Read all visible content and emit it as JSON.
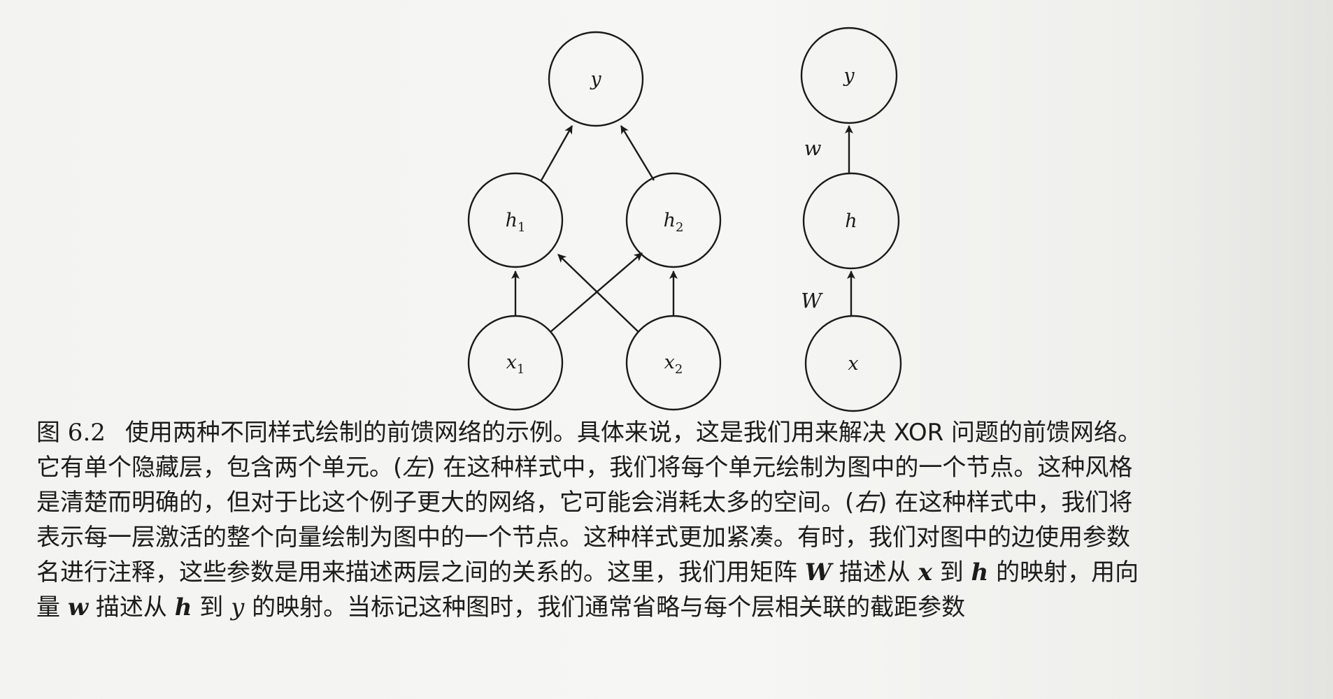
{
  "diagram": {
    "left": {
      "nodes": {
        "y": "y",
        "h1": {
          "base": "h",
          "sub": "1"
        },
        "h2": {
          "base": "h",
          "sub": "2"
        },
        "x1": {
          "base": "x",
          "sub": "1"
        },
        "x2": {
          "base": "x",
          "sub": "2"
        }
      }
    },
    "right": {
      "nodes": {
        "y": "y",
        "h": "h",
        "x": "x"
      },
      "edge_labels": {
        "w": "w",
        "W": "W"
      }
    }
  },
  "caption": {
    "label": "图 6.2",
    "l1": "使用两种不同样式绘制的前馈网络的示例。具体来说，这是我们用来解决 XOR 问题的前馈网络。",
    "l2a": "它有单个隐藏层，包含两个单元。(",
    "l2_left": "左",
    "l2b": ") 在这种样式中，我们将每个单元绘制为图中的一个节点。这种风格",
    "l3a": "是清楚而明确的，但对于比这个例子更大的网络，它可能会消耗太多的空间。(",
    "l3_right": "右",
    "l3b": ") 在这种样式中，我们将",
    "l4": "表示每一层激活的整个向量绘制为图中的一个节点。这种样式更加紧凑。有时，我们对图中的边使用参数",
    "l5a": "名进行注释，这些参数是用来描述两层之间的关系的。这里，我们用矩阵 ",
    "l5_W": "W",
    "l5b": " 描述从 ",
    "l5_x": "x",
    "l5c": " 到 ",
    "l5_h": "h",
    "l5d": " 的映射，用向",
    "l6a": "量 ",
    "l6_w": "w",
    "l6b": " 描述从 ",
    "l6_h": "h",
    "l6c": " 到 ",
    "l6_y": "y",
    "l6d": " 的映射。当标记这种图时，我们通常省略与每个层相关联的截距参数"
  }
}
